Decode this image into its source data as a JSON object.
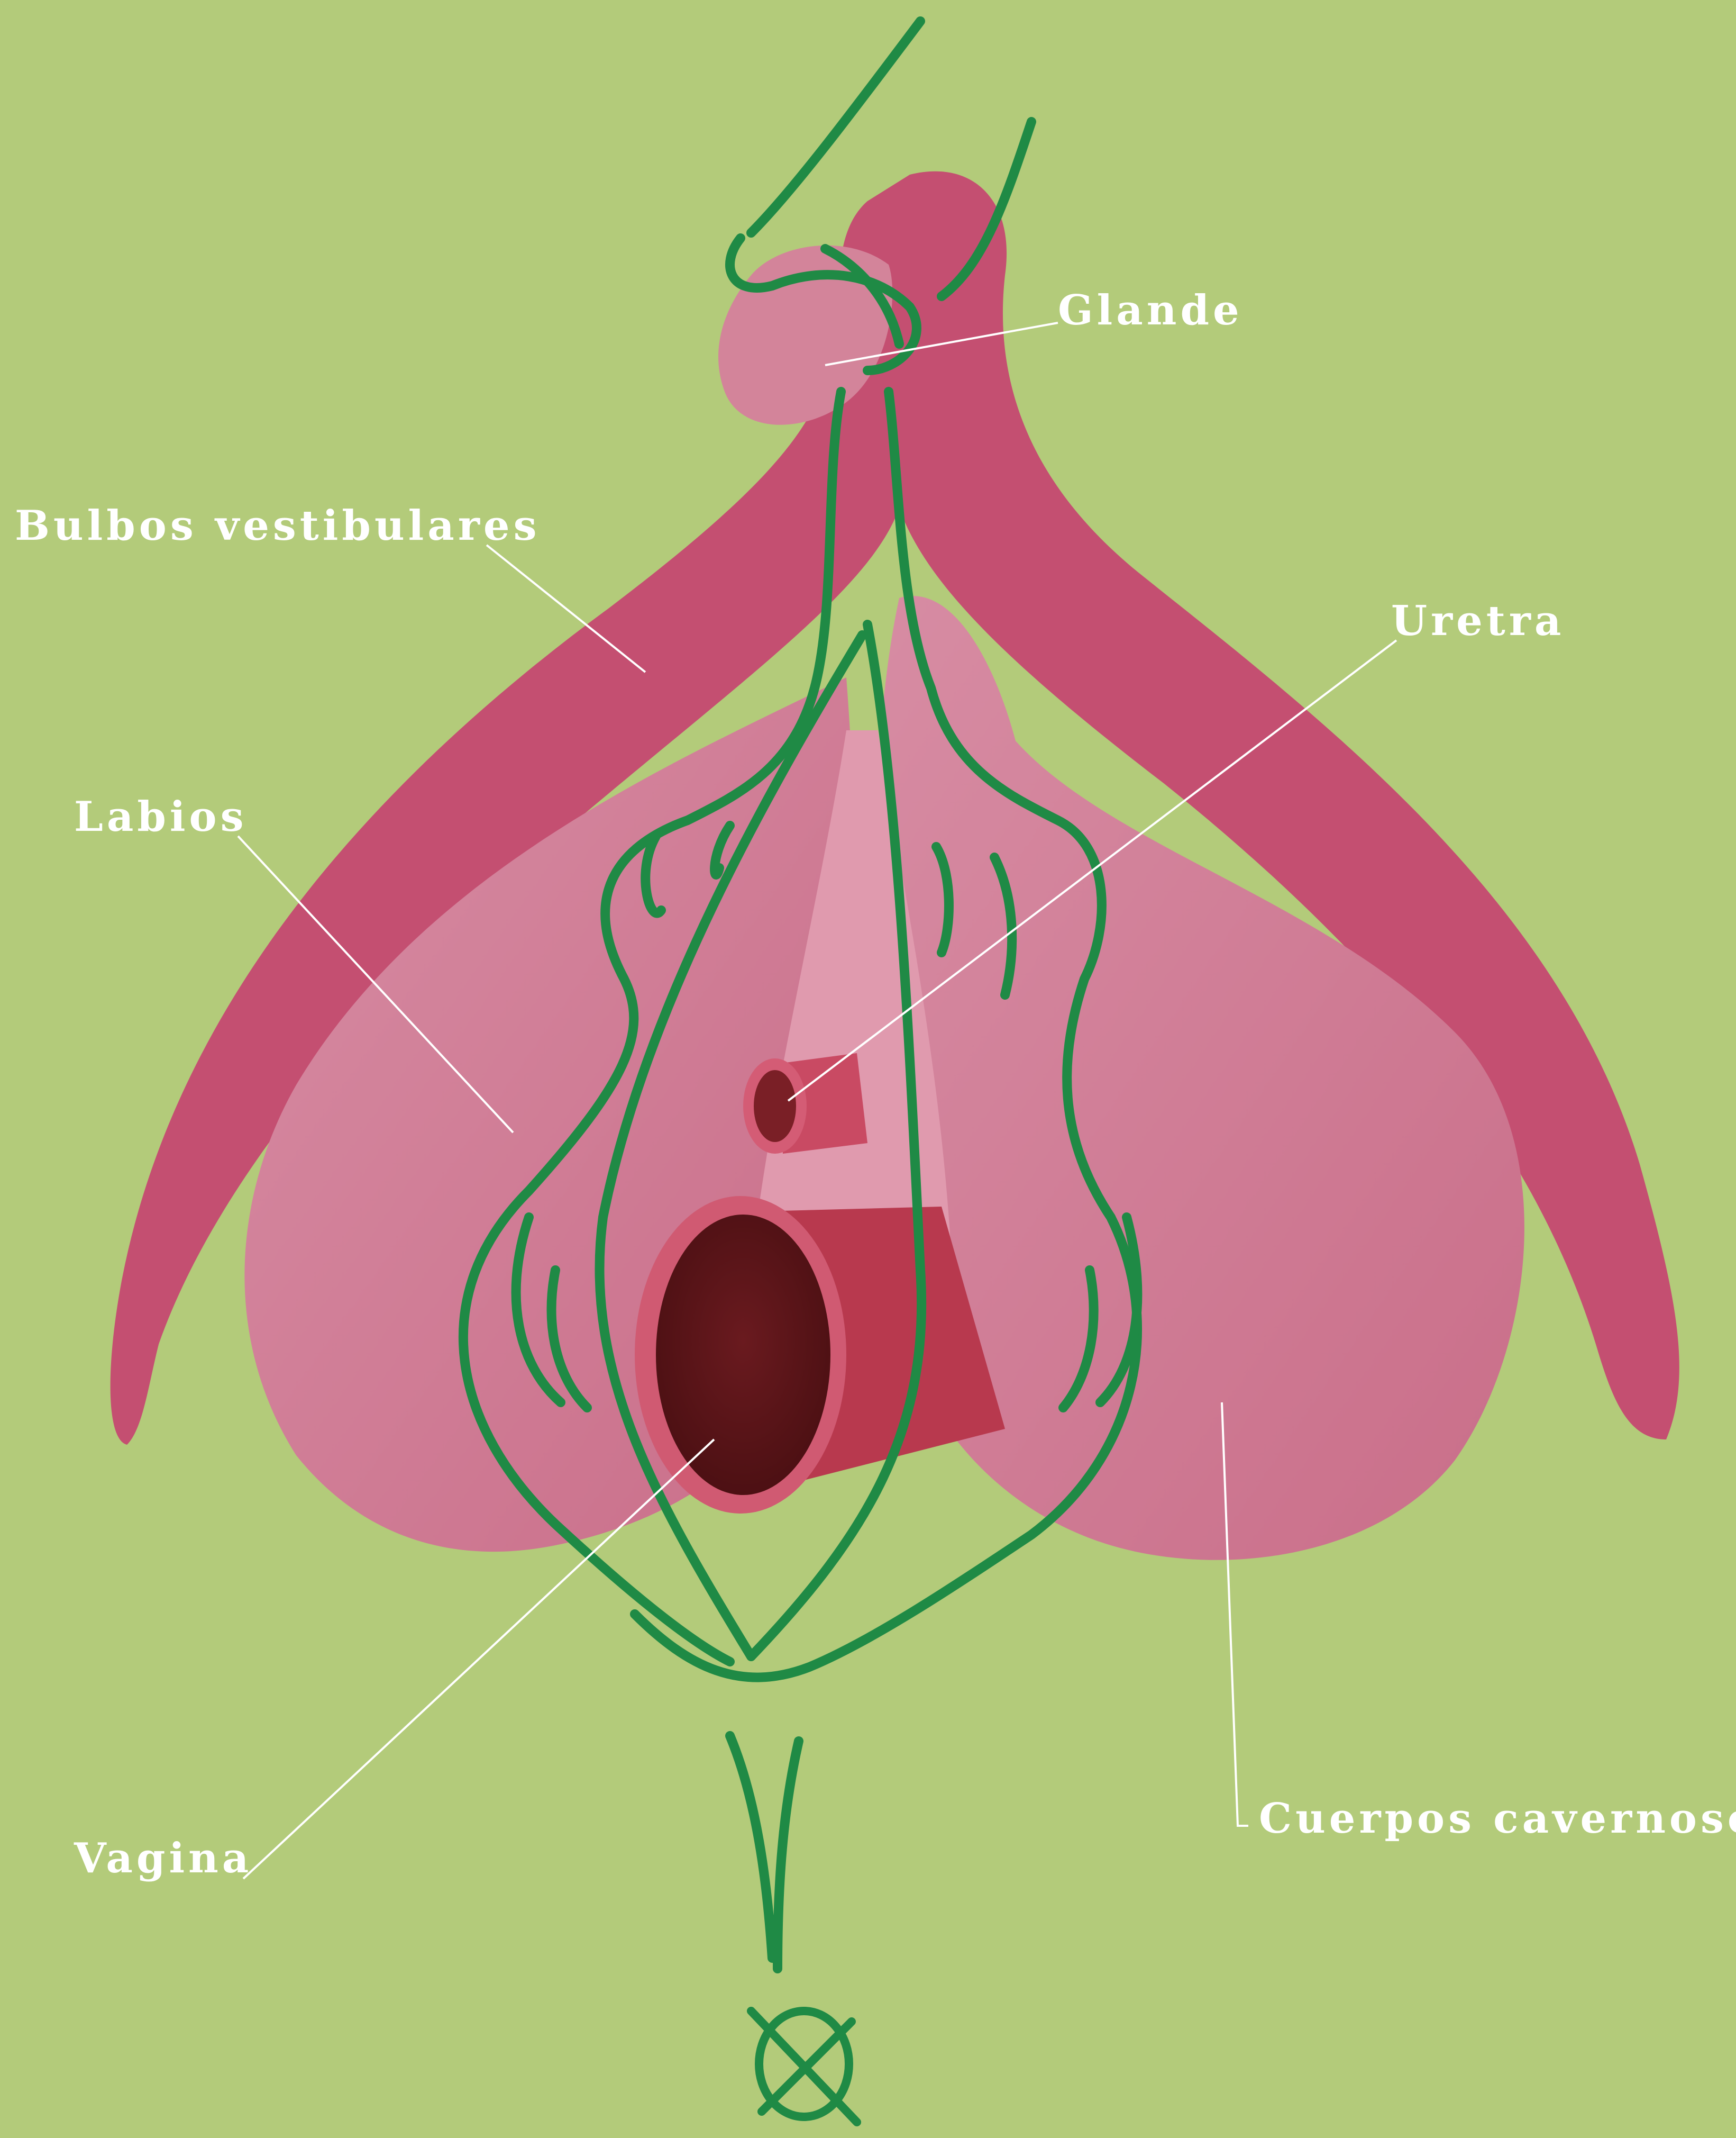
{
  "labels": {
    "glande": "Glande",
    "bulbos": "Bulbos vestibulares",
    "uretra": "Uretra",
    "labios": "Labios",
    "vagina": "Vagina",
    "cuerpos": "Cuerpos cavernosos"
  },
  "colors": {
    "background": "#b3cb7a",
    "crura": "#c44f71",
    "bulbs": "#d1819a",
    "glans": "#d3849a",
    "canal": "#5a1418",
    "outline": "#1f8a45",
    "label": "#ffffff"
  },
  "icons": [
    "symbol-icon"
  ]
}
